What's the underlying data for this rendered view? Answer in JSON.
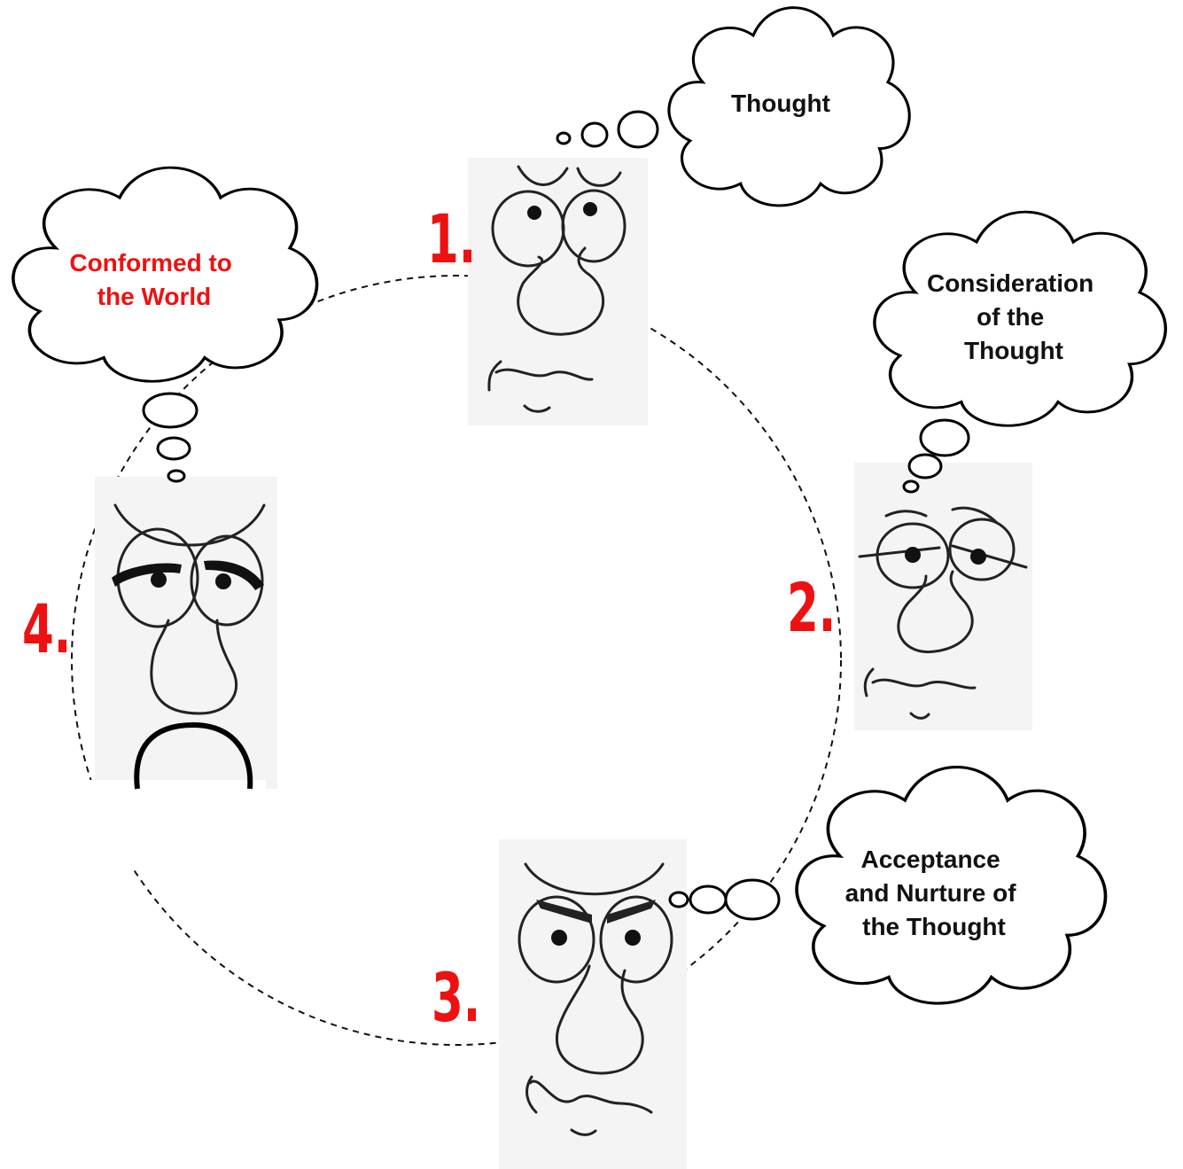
{
  "colors": {
    "accent_red": "#ee1111",
    "ink": "#111111",
    "paper": "#f4f4f4"
  },
  "stages": [
    {
      "number": "1.",
      "thought": [
        "Thought"
      ],
      "face": "worried-face"
    },
    {
      "number": "2.",
      "thought": [
        "Consideration",
        "of the",
        "Thought"
      ],
      "face": "pondering-face"
    },
    {
      "number": "3.",
      "thought": [
        "Acceptance",
        "and Nurture of",
        "the Thought"
      ],
      "face": "scowling-face"
    },
    {
      "number": "4.",
      "thought": [
        "Conformed to",
        "the World"
      ],
      "face": "angry-face"
    }
  ]
}
